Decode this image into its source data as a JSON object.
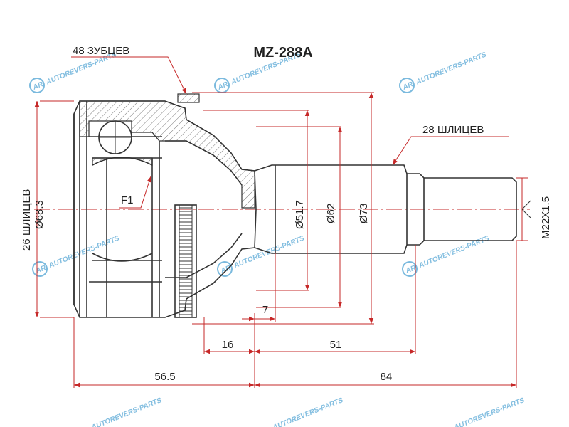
{
  "title": "MZ-288A",
  "colors": {
    "outline": "#333333",
    "dimension": "#c62828",
    "watermark": "#5aa9d6",
    "hatch": "#777777"
  },
  "callouts": {
    "outer_teeth": "48 ЗУБЦЕВ",
    "shaft_splines": "28 ШЛИЦЕВ",
    "inner_splines": "26 ШЛИЦЕВ",
    "f1": "F1"
  },
  "dimensions": {
    "d_housing": "Ø68.3",
    "d_seal": "Ø51.7",
    "d_shaft": "Ø62",
    "d_ring": "Ø73",
    "thread": "M22X1.5",
    "offset_7": "7",
    "length_16": "16",
    "length_51": "51",
    "length_56_5": "56.5",
    "length_84": "84"
  },
  "watermark": {
    "logo_letters": "AR",
    "text": "AUTOREVERS-PARTS",
    "icon": "autorevers-logo-icon"
  }
}
